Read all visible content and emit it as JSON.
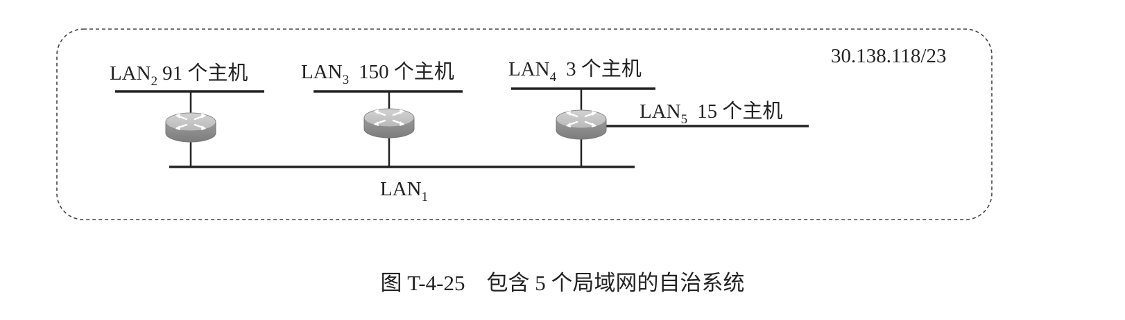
{
  "address_block": "30.138.118/23",
  "lans": {
    "lan1": {
      "name": "LAN",
      "index": "1",
      "hosts": ""
    },
    "lan2": {
      "name": "LAN",
      "index": "2",
      "hosts": "91 个主机"
    },
    "lan3": {
      "name": "LAN",
      "index": "3",
      "hosts": "150 个主机"
    },
    "lan4": {
      "name": "LAN",
      "index": "4",
      "hosts": "3 个主机"
    },
    "lan5": {
      "name": "LAN",
      "index": "5",
      "hosts": "15 个主机"
    }
  },
  "router_icon": "router-icon",
  "colors": {
    "line": "#222222",
    "router_fill": "#a9a9a9",
    "router_top": "#c8c8c8",
    "border": "#444444"
  },
  "caption": "图 T-4-25　包含 5 个局域网的自治系统"
}
